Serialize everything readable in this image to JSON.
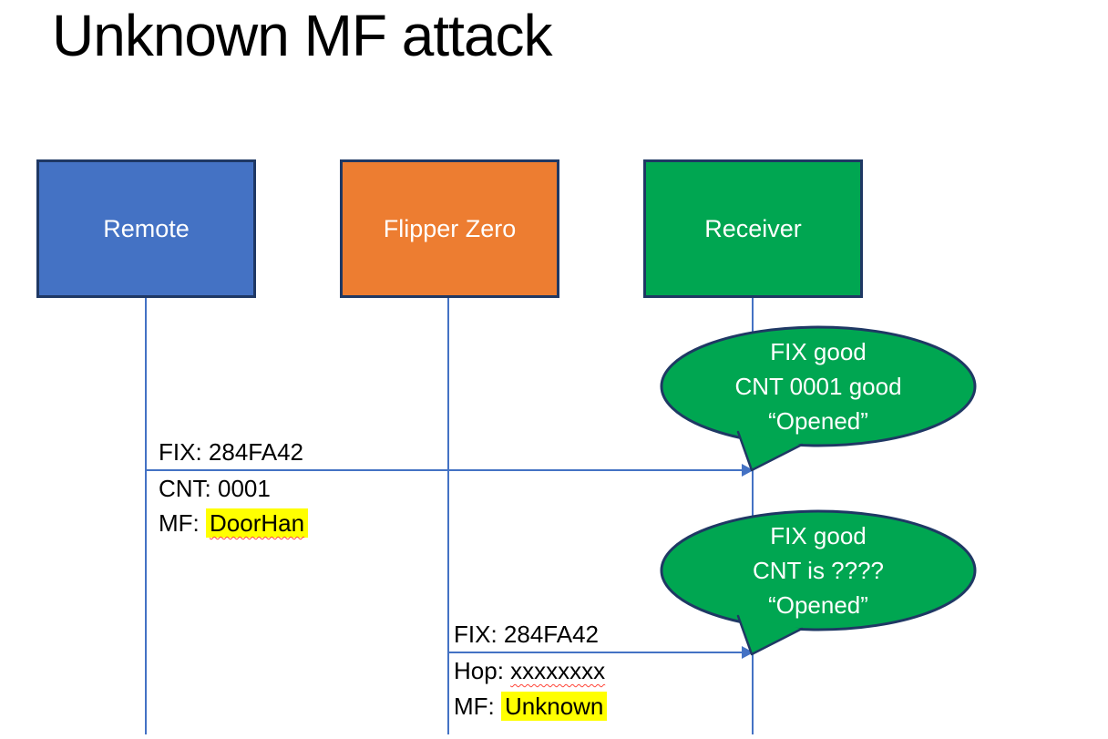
{
  "slide": {
    "title": "Unknown MF attack"
  },
  "actors": [
    {
      "label": "Remote",
      "fill": "#4472C4"
    },
    {
      "label": "Flipper Zero",
      "fill": "#ED7D31"
    },
    {
      "label": "Receiver",
      "fill": "#00A651"
    }
  ],
  "messages": [
    {
      "from": "Remote",
      "to": "Receiver",
      "above": "FIX: 284FA42",
      "below1": "CNT: 0001",
      "below2_prefix": "MF: ",
      "below2_value": "DoorHan"
    },
    {
      "from": "Flipper Zero",
      "to": "Receiver",
      "above": "FIX: 284FA42",
      "below1_prefix": "Hop: ",
      "below1_value": "xxxxxxxx",
      "below2_prefix": "MF: ",
      "below2_value": "Unknown"
    }
  ],
  "callouts": [
    {
      "lines": [
        "FIX good",
        "CNT 0001 good",
        "“Opened”"
      ]
    },
    {
      "lines": [
        "FIX good",
        "CNT is ????",
        "“Opened”"
      ]
    }
  ],
  "colors": {
    "background": "#FFFFFF",
    "title_text": "#000000",
    "actor_border": "#1F3864",
    "actor_text": "#FFFFFF",
    "lifeline": "#4472C4",
    "arrow": "#4472C4",
    "message_text": "#000000",
    "highlight": "#FFFF00",
    "spellcheck_underline": "#FF4538",
    "callout_fill": "#00A651",
    "callout_border": "#1F3864",
    "callout_text": "#FFFFFF"
  }
}
